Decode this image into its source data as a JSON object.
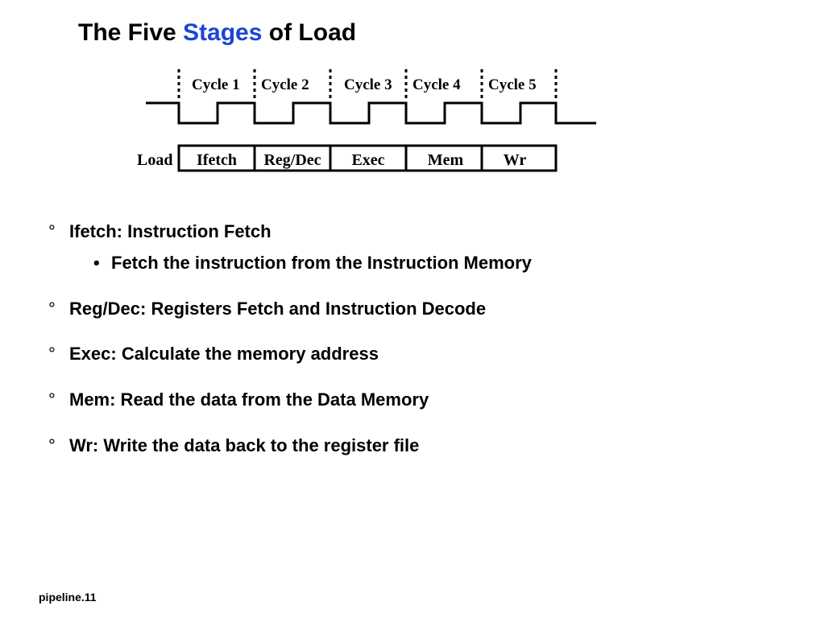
{
  "title": {
    "prefix": "The Five ",
    "accent": "Stages",
    "suffix": " of Load"
  },
  "accent_color": "#1a45d6",
  "cycles": [
    "Cycle 1",
    "Cycle 2",
    "Cycle 3",
    "Cycle 4",
    "Cycle 5"
  ],
  "instruction_label": "Load",
  "stages": [
    "Ifetch",
    "Reg/Dec",
    "Exec",
    "Mem",
    "Wr"
  ],
  "bullets": [
    {
      "marker": "°",
      "text": "Ifetch: Instruction Fetch"
    },
    {
      "marker": "•",
      "text": "Fetch the instruction from the Instruction Memory"
    },
    {
      "marker": "°",
      "text": "Reg/Dec: Registers Fetch  and Instruction Decode"
    },
    {
      "marker": "°",
      "text": "Exec: Calculate the memory address"
    },
    {
      "marker": "°",
      "text": "Mem: Read the data from the Data Memory"
    },
    {
      "marker": "°",
      "text": "Wr: Write the data back to the register file"
    }
  ],
  "footer": "pipeline.11"
}
